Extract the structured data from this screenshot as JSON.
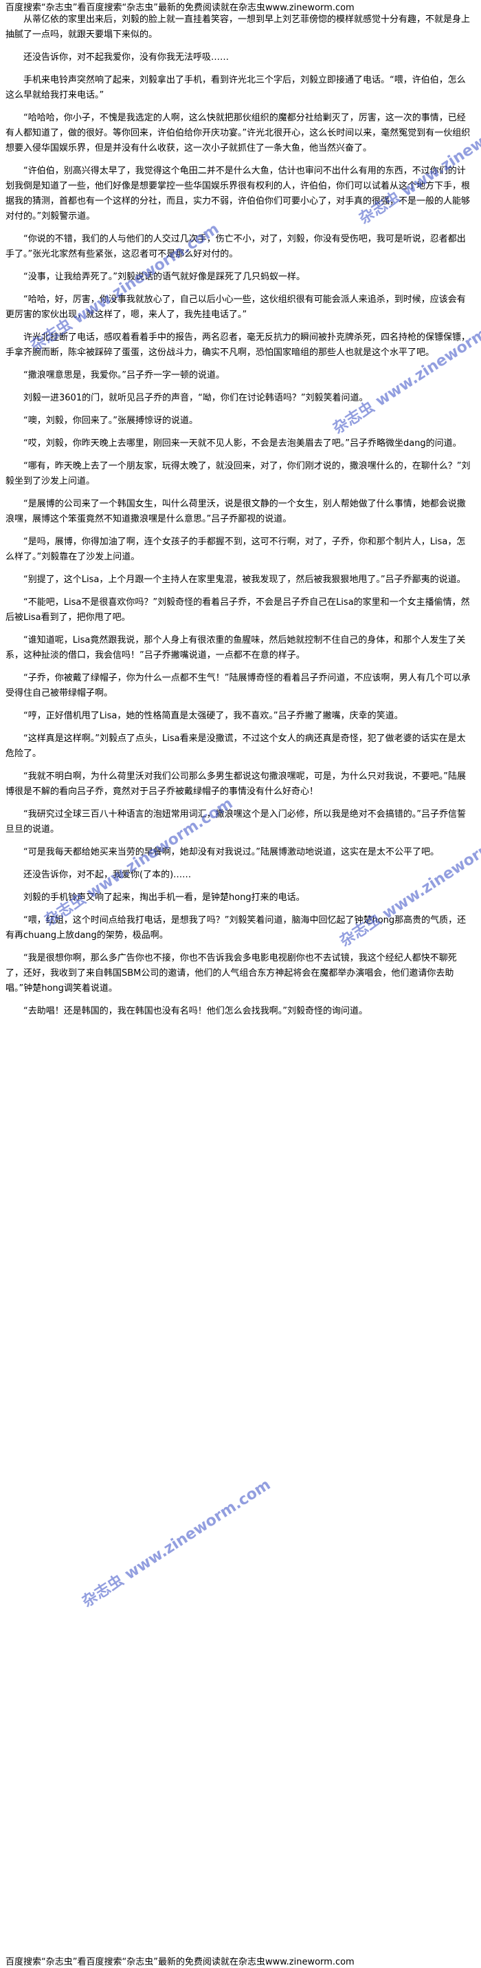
{
  "header": {
    "banner_text": "百度搜索“杂志虫”看百度搜索“杂志虫”最新的免费阅读就在杂志虫www.zineworm.com"
  },
  "footer": {
    "banner_text": "百度搜索“杂志虫”看百度搜索“杂志虫”最新的免费阅读就在杂志虫www.zineworm.com"
  },
  "watermarks": [
    "杂志虫 www.zineworm.com",
    "杂志虫 www.zineworm.com",
    "杂志虫 www.zineworm.com",
    "杂志虫 www.zineworm.com",
    "杂志虫 www.zineworm.com",
    "杂志虫 www.zineworm.com"
  ],
  "paragraphs": [
    "从蒂亿依的家里出来后，刘毅的脸上就一直挂着笑容，一想到早上刘艺菲傍惚的模样就感觉十分有趣，不就是身上抽腻了一点吗，就跟天要塌下来似的。",
    "还没告诉你，对不起我爱你，没有你我无法呼吸……",
    "手机来电铃声突然响了起来，刘毅拿出了手机，看到许光北三个字后，刘毅立即接通了电话。“喂，许伯伯，怎么这么早就给我打来电话。”",
    "“哈哈哈，你小子，不愧是我选定的人啊，这么快就把那伙组织的魔都分社给剿灭了，厉害，这一次的事情，已经有人都知道了，做的很好。等你回来，许伯伯给你开庆功宴。”许光北很开心，这么长时间以来，毫然冤觉到有一伙组织想要入侵华国娱乐界，但是并没有什么收获，这一次小子就抓住了一条大鱼，他当然兴奋了。",
    "“许伯伯，别高兴得太早了，我觉得这个龟田二并不是什么大鱼，估计也审问不出什么有用的东西，不过你们的计划我倒是知道了一些，他们好像是想要掌控一些华国娱乐界很有权利的人，许伯伯，你们可以试着从这个地方下手，根据我的猜测，首都也有一个这样的分社，而且，实力不弱，许伯伯你们可要小心了，对手真的很强，不是一般的人能够对付的。”刘毅警示道。",
    "“你说的不错，我们的人与他们的人交过几次手，伤亡不小，对了，刘毅，你没有受伤吧，我可是听说，忍者都出手了。”张光北家然有些紧张，这忍者可不是那么好对付的。",
    "“没事，让我给弄死了。”刘毅说话的语气就好像是踩死了几只蚂蚁一样。",
    "“哈哈，好，厉害，你没事我就放心了，自己以后小心一些，这伙组织很有可能会派人来追杀，到时候，应该会有更厉害的家伙出现，就这样了，嗯，来人了，我先挂电话了。”",
    "许光北挂断了电话，感叹着看着手中的报告，两名忍者，毫无反抗力的瞬间被扑克牌杀死，四名持枪的保镖保镖，手拿齐腕而断，陈伞被踩碎了蛋蛋，这份战斗力，确实不凡啊，恐怕国家暗组的那些人也就是这个水平了吧。",
    "“撒浪嘿意思是，我爱你。”吕子乔一字一顿的说道。",
    "刘毅一进3601的门，就听见吕子乔的声音，“呦，你们在讨论韩语吗？”刘毅笑着问道。",
    "“噢，刘毅，你回来了。”张展搏惊讶的说道。",
    "“哎，刘毅，你昨天晚上去哪里，刚回来一天就不见人影，不会是去泡美眉去了吧。”吕子乔略微坐dang的问道。",
    "“哪有，昨天晚上去了一个朋友家，玩得太晚了，就没回来，对了，你们刚才说的，撒浪嘿什么的，在聊什么？”刘毅坐到了沙发上问道。",
    "“是展博的公司来了一个韩国女生，叫什么荷里沃，说是很文静的一个女生，别人帮她做了什么事情，她都会说撒浪嘿，展博这个笨蛋竟然不知道撒浪嘿是什么意思。”吕子乔鄙视的说道。",
    "“是吗，展博，你得加油了啊，连个女孩子的手都握不到，这可不行啊，对了，子乔，你和那个制片人，Lisa，怎么样了。”刘毅靠在了沙发上问道。",
    "“别提了，这个Lisa，上个月跟一个主持人在家里鬼混，被我发现了，然后被我狠狠地甩了。”吕子乔鄙夷的说道。",
    "“不能吧，Lisa不是很喜欢你吗？”刘毅奇怪的看着吕子乔，不会是吕子乔自己在Lisa的家里和一个女主播偷情，然后被Lisa看到了，把你甩了吧。",
    "“谁知道呢，Lisa竟然跟我说，那个人身上有很浓重的鱼腥味，然后她就控制不住自己的身体，和那个人发生了关系，这种扯淡的借口，我会信吗！”吕子乔撇嘴说道，一点都不在意的样子。",
    "“子乔，你被戴了绿帽子，你为什么一点都不生气！”陆展博奇怪的看着吕子乔问道，不应该啊，男人有几个可以承受得住自己被带绿帽子啊。",
    "“哼，正好借机甩了Lisa，她的性格简直是太强硬了，我不喜欢。”吕子乔撇了撇嘴，庆幸的笑道。",
    "“这样真是这样啊。”刘毅点了点头，Lisa看来是没撒谎，不过这个女人的病还真是奇怪，犯了做老婆的话实在是太危险了。",
    "“我就不明白啊，为什么荷里沃对我们公司那么多男生都说这句撒浪嘿呢，可是，为什么只对我说，不要吧。”陆展博很是不解的看向吕子乔，竟然对于吕子乔被戴绿帽子的事情没有什么好奇心！",
    "“我研究过全球三百八十种语言的泡妞常用词汇，撒浪嘿这个是入门必修，所以我是绝对不会搞错的。”吕子乔信誓旦旦的说道。",
    "“可是我每天都给她买来当劳的早餐啊，她却没有对我说过。”陆展博激动地说道，这实在是太不公平了吧。",
    "还没告诉你，对不起，我爱你(了本的)……",
    "刘毅的手机铃声又响了起来，掏出手机一看，是钟楚hong打来的电话。",
    "“喂，红姐，这个时间点给我打电话，是想我了吗？”刘毅笑着问道，脑海中回忆起了钟楚hong那高贵的气质，还有再chuang上放dang的架势，极品啊。",
    "“我是很想你啊，那么多广告你也不接，你也不告诉我会多电影电视剧你也不去试镜，我这个经纪人都快不聊死了，还好，我收到了来自韩国SBM公司的邀请，他们的人气组合东方神起将会在魔都举办演唱会，他们邀请你去助唱。”钟楚hong调笑着说道。",
    "“去助唱！还是韩国的，我在韩国也没有名吗！他们怎么会找我啊。”刘毅奇怪的询问道。"
  ]
}
